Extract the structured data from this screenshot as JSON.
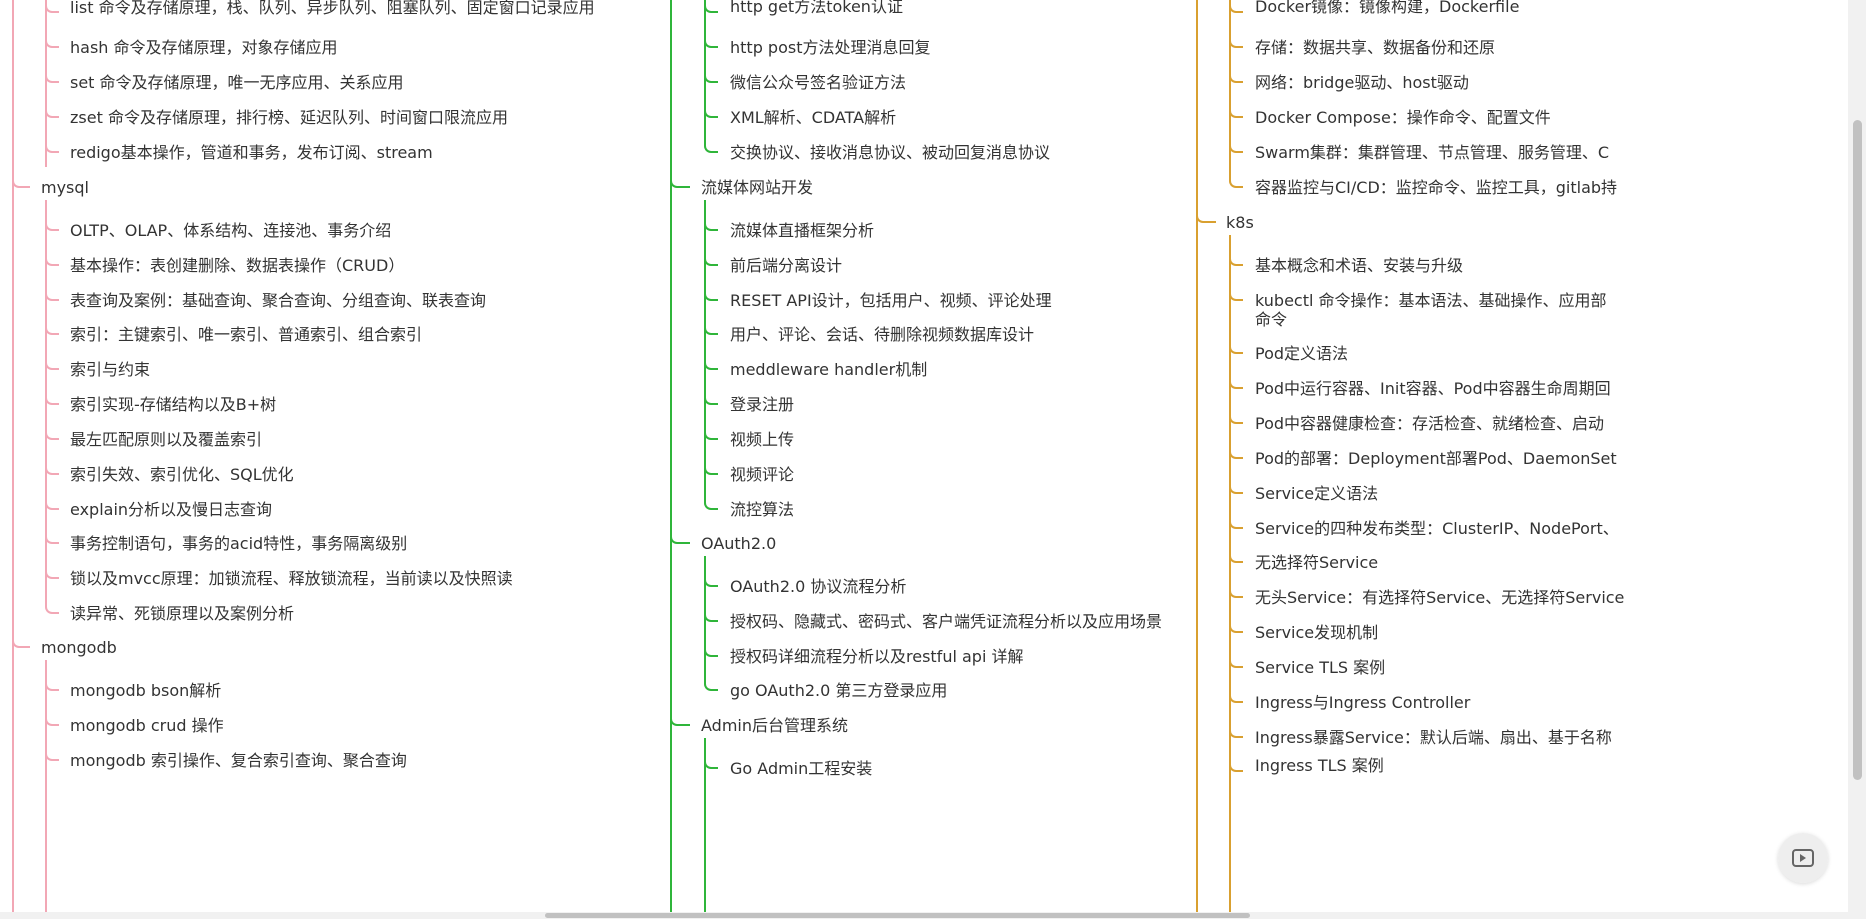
{
  "colors": {
    "left": "#f2a7b5",
    "middle": "#2fb53a",
    "right": "#d9a030"
  },
  "left": {
    "redis_children": [
      "list 命令及存储原理，栈、队列、异步队列、阻塞队列、固定窗口记录应用",
      "hash 命令及存储原理，对象存储应用",
      "set 命令及存储原理，唯一无序应用、关系应用",
      "zset 命令及存储原理，排行榜、延迟队列、时间窗口限流应用",
      "redigo基本操作，管道和事务，发布订阅、stream"
    ],
    "mysql_label": "mysql",
    "mysql_children": [
      "OLTP、OLAP、体系结构、连接池、事务介绍",
      "基本操作：表创建删除、数据表操作（CRUD）",
      "表查询及案例：基础查询、聚合查询、分组查询、联表查询",
      "索引：主键索引、唯一索引、普通索引、组合索引",
      "索引与约束",
      "索引实现-存储结构以及B+树",
      "最左匹配原则以及覆盖索引",
      "索引失效、索引优化、SQL优化",
      "explain分析以及慢日志查询",
      "事务控制语句，事务的acid特性，事务隔离级别",
      "锁以及mvcc原理：加锁流程、释放锁流程，当前读以及快照读",
      "读异常、死锁原理以及案例分析"
    ],
    "mongodb_label": "mongodb",
    "mongodb_children": [
      "mongodb bson解析",
      "mongodb crud 操作",
      "mongodb 索引操作、复合索引查询、聚合查询"
    ]
  },
  "middle": {
    "wechat_children": [
      "http get方法token认证",
      "http post方法处理消息回复",
      "微信公众号签名验证方法",
      "XML解析、CDATA解析",
      "交换协议、接收消息协议、被动回复消息协议"
    ],
    "streaming_label": "流媒体网站开发",
    "streaming_children": [
      "流媒体直播框架分析",
      "前后端分离设计",
      "RESET API设计，包括用户、视频、评论处理",
      "用户、评论、会话、待删除视频数据库设计",
      "meddleware handler机制",
      "登录注册",
      "视频上传",
      "视频评论",
      "流控算法"
    ],
    "oauth_label": "OAuth2.0",
    "oauth_children": [
      "OAuth2.0 协议流程分析",
      "授权码、隐藏式、密码式、客户端凭证流程分析以及应用场景",
      "授权码详细流程分析以及restful api 详解",
      "go OAuth2.0 第三方登录应用"
    ],
    "admin_label": "Admin后台管理系统",
    "admin_children": [
      "Go Admin工程安装"
    ]
  },
  "right": {
    "docker_children": [
      "Docker镜像：镜像构建，Dockerfile",
      "存储：数据共享、数据备份和还原",
      "网络：bridge驱动、host驱动",
      "Docker Compose：操作命令、配置文件",
      "Swarm集群：集群管理、节点管理、服务管理、C",
      "容器监控与CI/CD：监控命令、监控工具，gitlab持"
    ],
    "k8s_label": "k8s",
    "k8s_children": [
      "基本概念和术语、安装与升级",
      "kubectl 命令操作：基本语法、基础操作、应用部",
      "命令",
      "Pod定义语法",
      "Pod中运行容器、Init容器、Pod中容器生命周期回",
      "Pod中容器健康检查：存活检查、就绪检查、启动",
      "Pod的部署：Deployment部署Pod、DaemonSet",
      "Service定义语法",
      "Service的四种发布类型：ClusterIP、NodePort、",
      "无选择符Service",
      "无头Service：有选择符Service、无选择符Service",
      "Service发现机制",
      "Service TLS 案例",
      "Ingress与Ingress Controller",
      "Ingress暴露Service：默认后端、扇出、基于名称",
      "Ingress TLS 案例"
    ]
  },
  "float_button_icon": "scroll-top-icon"
}
